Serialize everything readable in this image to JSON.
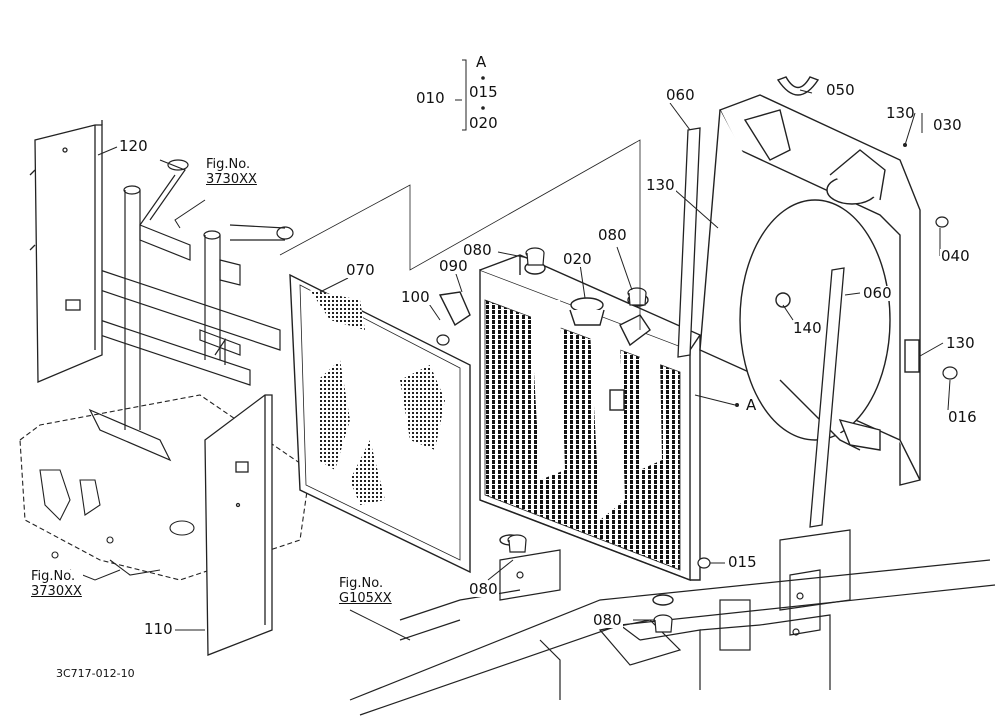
{
  "callouts": {
    "p010": "010",
    "pA_top": "A",
    "p015_top": "015",
    "p020_top": "020",
    "p050": "050",
    "p060_left": "060",
    "p130_top": "130",
    "p030": "030",
    "p120": "120",
    "p130_mid": "130",
    "p080_a": "080",
    "p080_b": "080",
    "p090": "090",
    "p020": "020",
    "p070": "070",
    "p100": "100",
    "p040": "040",
    "p060_right": "060",
    "p140": "140",
    "p130_right": "130",
    "pA_right": "A",
    "p016": "016",
    "p015": "015",
    "p080_c": "080",
    "p080_d": "080",
    "p110": "110"
  },
  "figrefs": {
    "fig_top": {
      "label": "Fig.No.",
      "number": "3730XX"
    },
    "fig_left": {
      "label": "Fig.No.",
      "number": "3730XX"
    },
    "fig_bottom": {
      "label": "Fig.No.",
      "number": "G105XX"
    }
  },
  "drawing_code": "3C717-012-10"
}
